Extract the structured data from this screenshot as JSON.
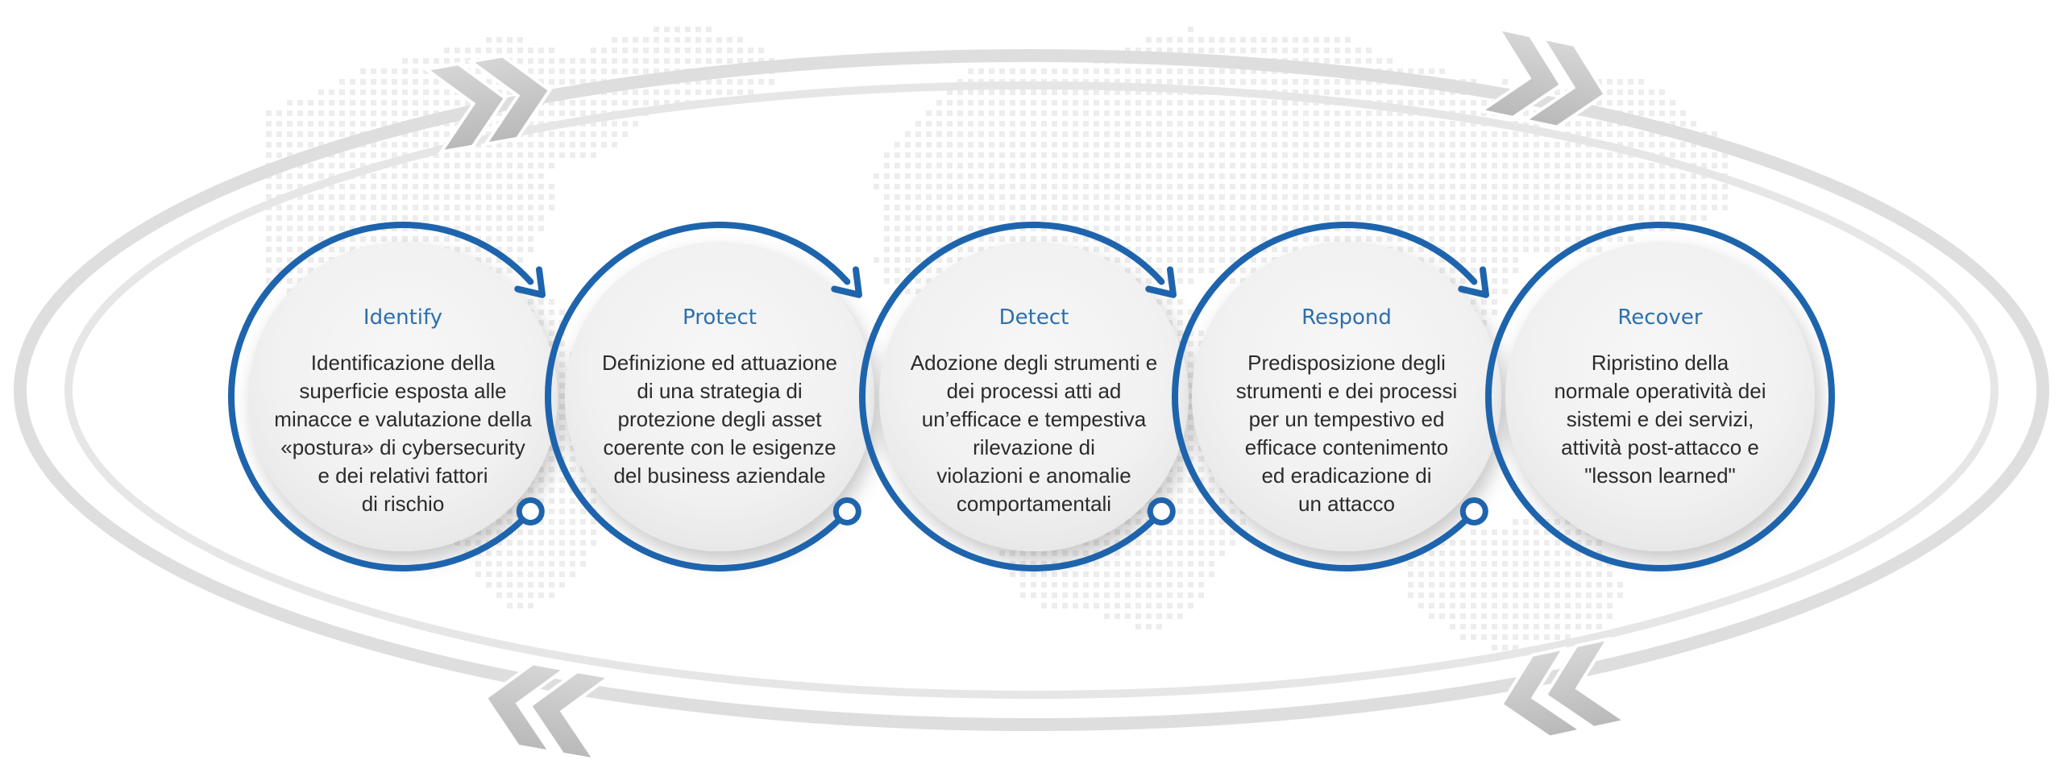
{
  "colors": {
    "accent": "#1e64ad",
    "title": "#2d6fad",
    "text": "#2b2b2b",
    "ring": "#dcdcdc",
    "chevron": "#c4c4c4",
    "map_dots": "#ededed"
  },
  "steps": [
    {
      "title": "Identify",
      "lines": [
        "Identificazione della",
        "superficie esposta alle",
        "minacce e valutazione della",
        "«postura» di cybersecurity",
        "e dei relativi fattori",
        "di rischio"
      ]
    },
    {
      "title": "Protect",
      "lines": [
        "Definizione ed attuazione",
        "di una strategia di",
        "protezione degli asset",
        "coerente con le esigenze",
        "del business aziendale"
      ]
    },
    {
      "title": "Detect",
      "lines": [
        "Adozione degli strumenti e",
        "dei processi atti ad",
        "un’efficace e tempestiva",
        "rilevazione di",
        "violazioni e anomalie",
        "comportamentali"
      ]
    },
    {
      "title": "Respond",
      "lines": [
        "Predisposizione degli",
        "strumenti e dei processi",
        "per un tempestivo ed",
        "efficace contenimento",
        "ed eradicazione di",
        "un attacco"
      ]
    },
    {
      "title": "Recover",
      "lines": [
        "Ripristino della",
        "normale operatività dei",
        "sistemi e dei servizi,",
        "attività post-attacco e",
        "\"lesson learned\""
      ]
    }
  ]
}
